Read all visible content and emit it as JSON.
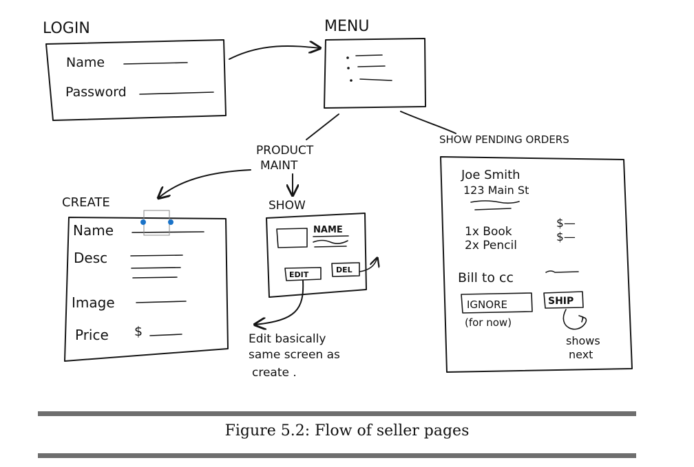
{
  "login": {
    "title": "LOGIN",
    "name_label": "Name",
    "password_label": "Password"
  },
  "menu": {
    "title": "MENU"
  },
  "product_maint": {
    "line1": "PRODUCT",
    "line2": "MAINT"
  },
  "create": {
    "title": "CREATE",
    "name_label": "Name",
    "desc_label": "Desc",
    "image_label": "Image",
    "price_label": "Price",
    "price_symbol": "$"
  },
  "show": {
    "title": "SHOW",
    "name_label": "NAME",
    "edit_button": "EDIT",
    "del_button": "DEL"
  },
  "edit_note": {
    "line1": "Edit basically",
    "line2": "same screen as",
    "line3": "create ."
  },
  "pending": {
    "title": "SHOW PENDING ORDERS",
    "customer_name": "Joe Smith",
    "address": "123 Main St",
    "item1": "1x Book",
    "item2": "2x Pencil",
    "price1": "$—",
    "price2": "$—",
    "bill_to": "Bill to cc",
    "ignore_button": "IGNORE",
    "ignore_note": "(for now)",
    "ship_button": "SHIP",
    "ship_note_1": "shows",
    "ship_note_2": "next"
  },
  "caption": "Figure 5.2: Flow of seller pages",
  "colors": {
    "ink": "#141414",
    "rule": "#6e6e6e",
    "handle": "#1a73c8"
  }
}
